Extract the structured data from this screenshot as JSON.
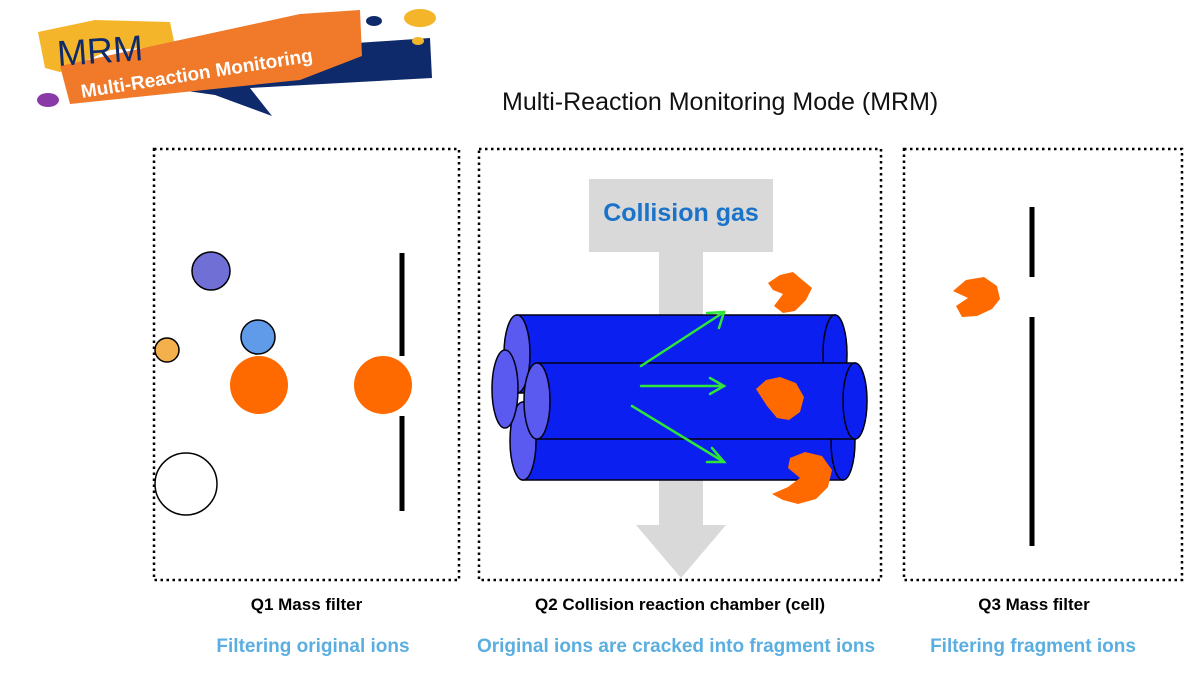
{
  "banner": {
    "abbr": "MRM",
    "subtitle": "Multi-Reaction Monitoring"
  },
  "title": "Multi-Reaction Monitoring Mode (MRM)",
  "collision_gas": "Collision gas",
  "panels": [
    {
      "label": "Q1 Mass filter",
      "description": "Filtering original ions"
    },
    {
      "label": "Q2 Collision reaction chamber (cell)",
      "description": "Original ions are cracked into fragment ions"
    },
    {
      "label": "Q3 Mass filter",
      "description": "Filtering fragment ions"
    }
  ],
  "colors": {
    "banner_orange": "#f07a2a",
    "banner_yellow": "#f5b52a",
    "banner_navy": "#0e2a6b",
    "precursor_ion": "#ff6a00",
    "fragment_ion": "#ff6a00",
    "ion_purple": "#6f6fd6",
    "ion_blue": "#5f9be8",
    "ion_amber": "#f3b04d",
    "rod_blue": "#0a1ff0",
    "rod_end": "#5a5af0",
    "arrow_green": "#2ee63a",
    "gas_arrow": "#d9d9d9",
    "label_blue": "#5aaee0",
    "gas_text": "#1a73c9"
  }
}
